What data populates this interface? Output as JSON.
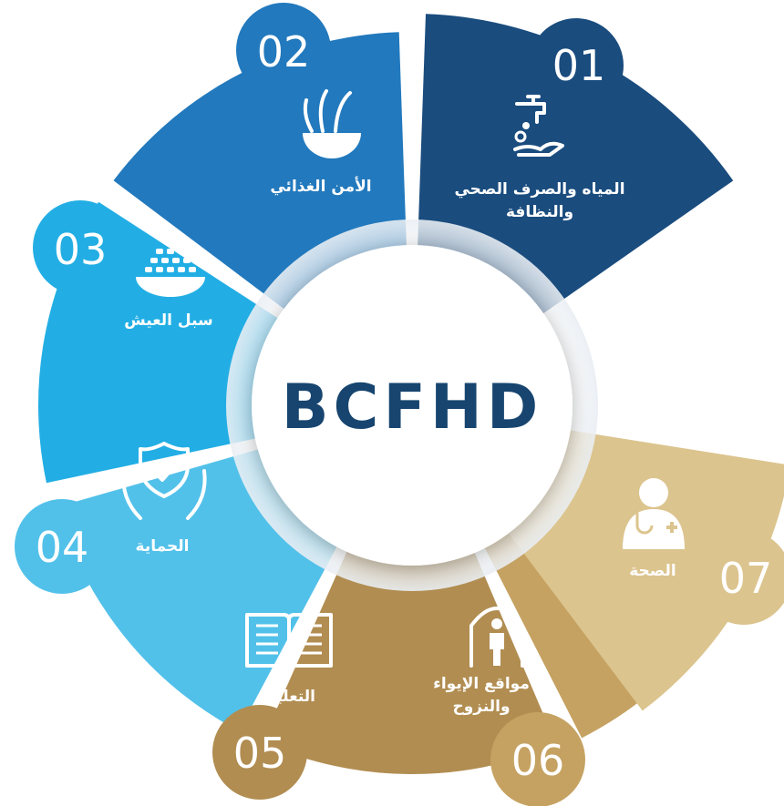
{
  "brand": {
    "name": "BCFHD"
  },
  "sectors": [
    {
      "number": "01",
      "label_lines": [
        "المياه والصرف الصحي",
        "والنظافة"
      ],
      "color": "#1a4c7e",
      "icon": "faucet-hand-icon"
    },
    {
      "number": "02",
      "label_lines": [
        "الأمن الغذائي"
      ],
      "color": "#2279bd",
      "icon": "grain-bowl-icon"
    },
    {
      "number": "03",
      "label_lines": [
        "سبل العيش"
      ],
      "color": "#22aee4",
      "icon": "food-basket-icon"
    },
    {
      "number": "04",
      "label_lines": [
        "الحماية"
      ],
      "color": "#52c1ea",
      "icon": "shield-hands-icon"
    },
    {
      "number": "05",
      "label_lines": [
        "التعليم"
      ],
      "color": "#b18d51",
      "icon": "open-book-icon"
    },
    {
      "number": "06",
      "label_lines": [
        "مواقع الإيواء",
        "والنزوح"
      ],
      "color": "#c5a262",
      "icon": "shelter-person-icon"
    },
    {
      "number": "07",
      "label_lines": [
        "الصحة"
      ],
      "color": "#dcc48e",
      "icon": "doctor-icon"
    }
  ]
}
